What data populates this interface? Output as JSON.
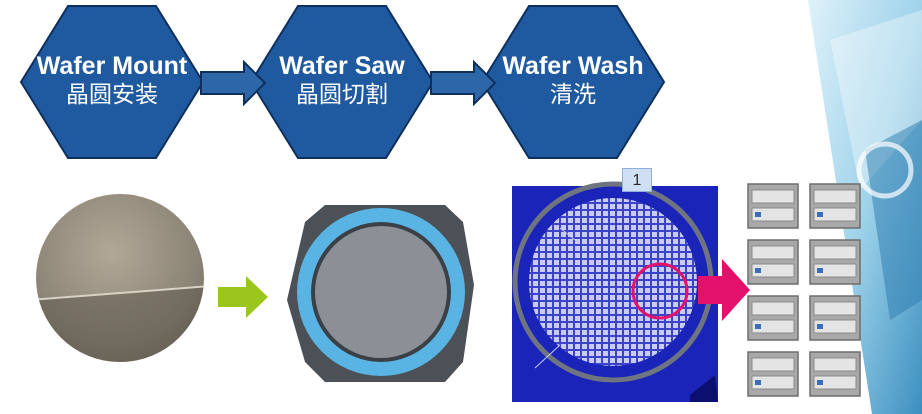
{
  "steps": [
    {
      "en": "Wafer Mount",
      "zh": "晶圆安装"
    },
    {
      "en": "Wafer Saw",
      "zh": "晶圆切割"
    },
    {
      "en": "Wafer Wash",
      "zh": "清洗"
    }
  ],
  "detail_badge": "1",
  "colors": {
    "hexagon": "#1f5aa0",
    "hexagon_edge": "#0f2f5c",
    "arrow_green": "#9bc61e",
    "arrow_pink": "#e3106c",
    "tape_ring": "#5ab4e3",
    "blue_panel": "#1a24b8",
    "die_rack": "#a8a8a8"
  }
}
